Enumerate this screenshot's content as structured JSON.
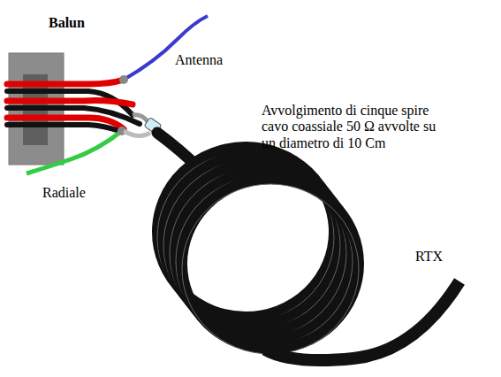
{
  "diagram": {
    "labels": [
      "Balun",
      "Antenna",
      "Radiale",
      "Avvolgimento di cinque spire cavo coassiale 50 Ω avvolte su un diametro di 10 Cm",
      "RTX"
    ]
  }
}
